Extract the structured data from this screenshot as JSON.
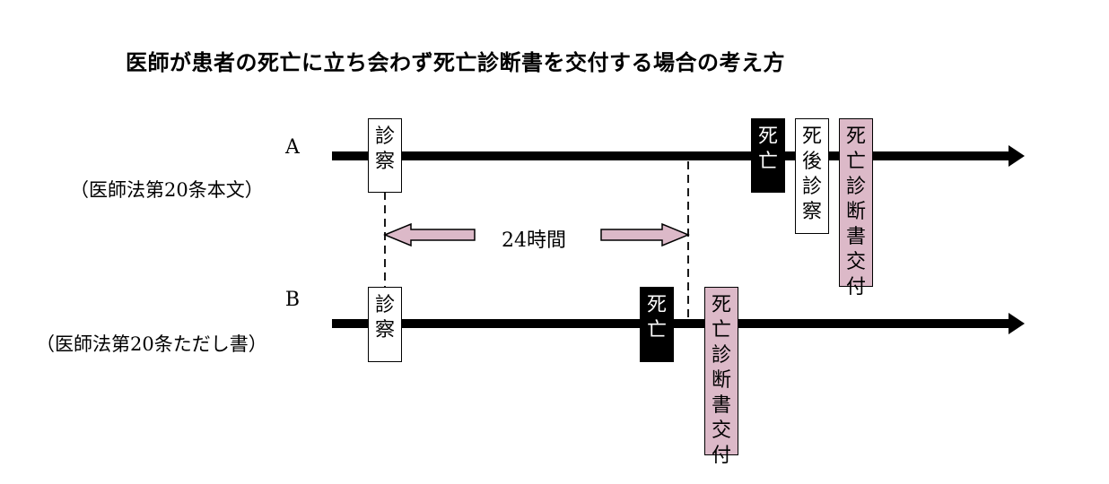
{
  "title": "医師が患者の死亡に立ち会わず死亡診断書を交付する場合の考え方",
  "rows": {
    "a": {
      "letter": "A",
      "note": "（医師法第20条本文）"
    },
    "b": {
      "letter": "B",
      "note": "（医師法第20条ただし書）"
    }
  },
  "boxes": {
    "a_exam": "診察",
    "a_death": "死亡",
    "a_post_exam": "死後診察",
    "a_certificate": "死亡診断書交付",
    "b_exam": "診察",
    "b_death": "死亡",
    "b_certificate": "死亡診断書交付"
  },
  "interval_label": "24時間",
  "colors": {
    "line": "#000000",
    "pink_box": "#dcb9c8",
    "arrow_fill": "#dcb9c8"
  }
}
